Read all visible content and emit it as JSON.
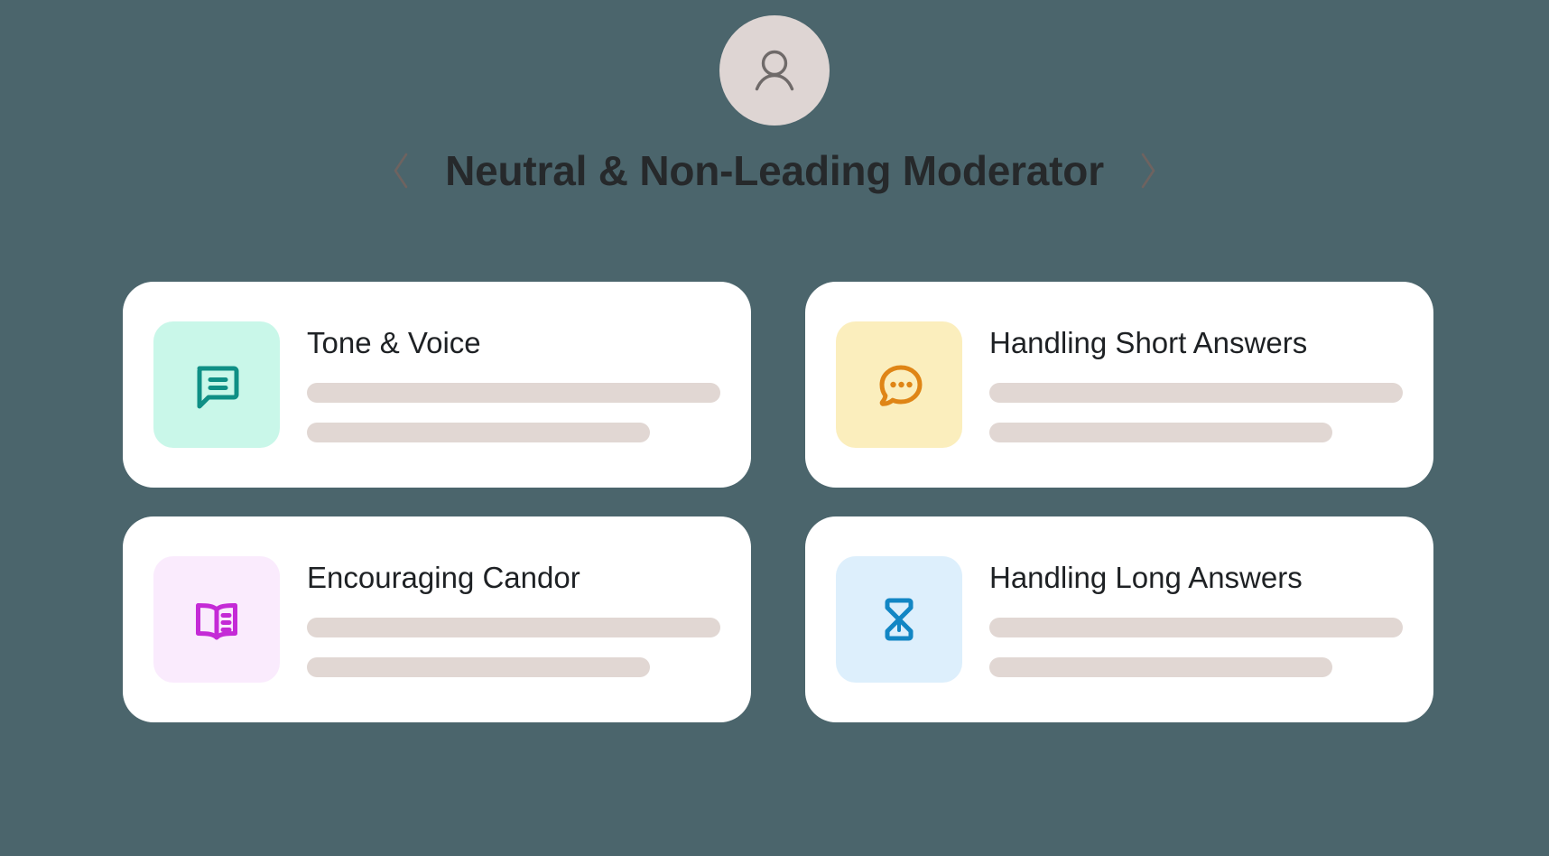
{
  "theme": {
    "background": "#4b656c",
    "card_background": "#ffffff",
    "placeholder_bar": "#e1d7d3",
    "title_color": "#26292b",
    "avatar_background": "#ded5d3",
    "avatar_icon_color": "#6f6a69"
  },
  "header": {
    "avatar_icon": "person-icon",
    "prev_icon": "chevron-left-icon",
    "next_icon": "chevron-right-icon",
    "title": "Neutral & Non-Leading Moderator"
  },
  "cards": [
    {
      "title": "Tone & Voice",
      "icon": "chat-bubble-lines-icon",
      "icon_color": "#0f8f85",
      "tile_color": "#c9f7e9",
      "lines": 2
    },
    {
      "title": "Handling Short Answers",
      "icon": "chat-bubble-dots-icon",
      "icon_color": "#df8516",
      "tile_color": "#fbeebd",
      "lines": 2
    },
    {
      "title": "Encouraging Candor",
      "icon": "open-book-icon",
      "icon_color": "#c42ad6",
      "tile_color": "#faebfd",
      "lines": 2
    },
    {
      "title": "Handling Long Answers",
      "icon": "hourglass-icon",
      "icon_color": "#1286c4",
      "tile_color": "#ddeffc",
      "lines": 2
    }
  ]
}
